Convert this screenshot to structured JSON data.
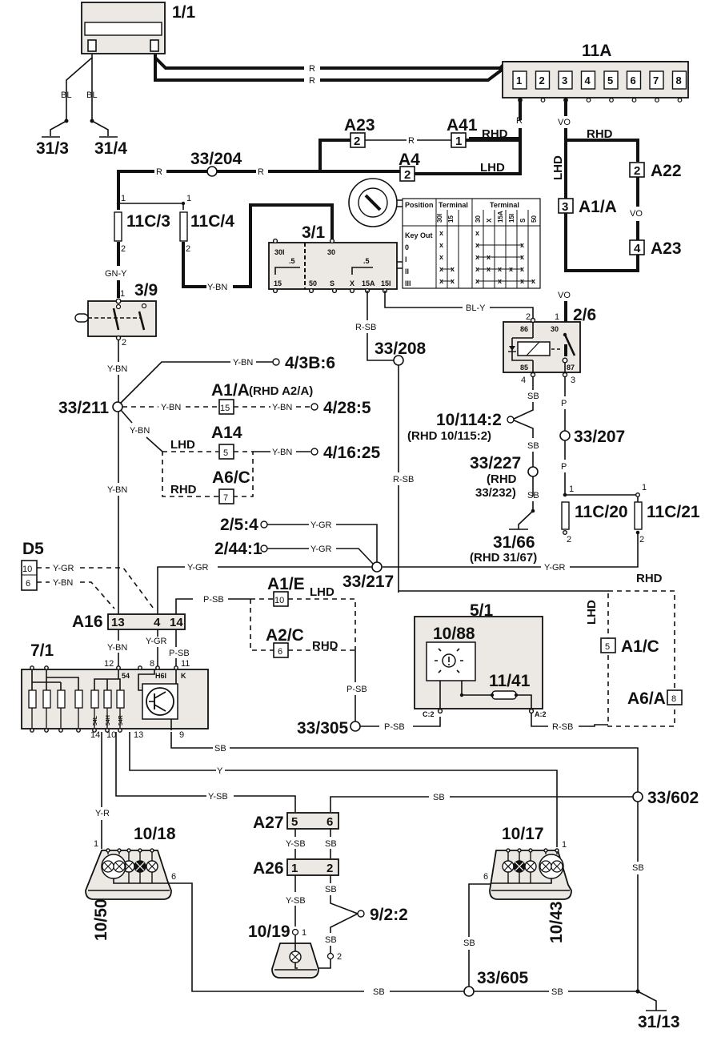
{
  "diagram": {
    "components": {
      "battery": "1/1",
      "ground_31_3": "31/3",
      "ground_31_4": "31/4",
      "fusebox": "11A",
      "fusebox_slots": [
        "1",
        "2",
        "3",
        "4",
        "5",
        "6",
        "7",
        "8"
      ],
      "fuse_11c3": "11C/3",
      "fuse_11c4": "11C/4",
      "ignition_switch": "3/1",
      "ignition_terminals_top": [
        "30I",
        ".5",
        "30",
        ".5"
      ],
      "ignition_terminals_bottom": [
        "15",
        "50",
        "S",
        "X",
        "15A",
        "15I"
      ],
      "light_switch": "3/9",
      "splice_33_204": "33/204",
      "splice_33_208": "33/208",
      "splice_33_211": "33/211",
      "splice_33_207": "33/207",
      "splice_33_227": "33/227",
      "splice_33_227_rhd": "(RHD",
      "splice_33_227_rhd2": "33/232)",
      "splice_33_217": "33/217",
      "splice_33_305": "33/305",
      "splice_33_602": "33/602",
      "splice_33_605": "33/605",
      "relay": "2/6",
      "relay_pins": {
        "p2": "2",
        "p1": "1",
        "p86": "86",
        "p30": "30",
        "p85": "85",
        "p87": "87",
        "p4": "4",
        "p3": "3"
      },
      "conn_10_114": "10/114:2",
      "conn_10_114_rhd": "(RHD 10/115:2)",
      "ground_31_66": "31/66",
      "ground_31_66_rhd": "(RHD 31/67)",
      "fuse_11c20": "11C/20",
      "fuse_11c21": "11C/21",
      "ref_4_3b6": "4/3B:6",
      "ref_4_28_5": "4/28:5",
      "ref_4_16_25": "4/16:25",
      "ref_2_5_4": "2/5:4",
      "ref_2_44_1": "2/44:1",
      "ref_9_2_2": "9/2:2",
      "a1a": "A1/A",
      "a1a_rhd": "(RHD A2/A)",
      "a14": "A14",
      "a6c": "A6/C",
      "d5": "D5",
      "a16": "A16",
      "a1e": "A1/E",
      "a2c": "A2/C",
      "module_7_1": "7/1",
      "module_5_1": "5/1",
      "lamp_10_88": "10/88",
      "fuse_11_41": "11/41",
      "a1c": "A1/C",
      "a6a": "A6/A",
      "a23_top": "A23",
      "a41": "A41",
      "a4": "A4",
      "a22": "A22",
      "a1a_right": "A1/A",
      "a23_right": "A23",
      "a27": "A27",
      "a26": "A26",
      "lamp_10_18": "10/18",
      "lamp_10_50": "10/50",
      "lamp_10_17": "10/17",
      "lamp_10_43": "10/43",
      "lamp_10_19": "10/19",
      "ground_31_13": "31/13"
    },
    "connector_pins": {
      "a23_top": "2",
      "a41": "1",
      "a4": "2",
      "a22": "2",
      "a1a_right": "3",
      "a23_right": "4",
      "a1a": "15",
      "a14": "5",
      "a6c": "7",
      "d5": [
        "10",
        "6"
      ],
      "a16": [
        "13",
        "4",
        "14"
      ],
      "a1e": "10",
      "a2c": "6",
      "a1c": "5",
      "a6a": "8",
      "a27": [
        "5",
        "6"
      ],
      "a26": [
        "1",
        "2"
      ]
    },
    "pin_numbers": {
      "fuse_top": "1",
      "fuse_bottom": "2",
      "switch_top": "1",
      "switch_bottom": "2",
      "m71_top": [
        "12",
        "8",
        "11"
      ],
      "m71_inner": [
        "54",
        "H6I",
        "K"
      ],
      "m71_bottom": [
        "14",
        "10",
        "13",
        "9"
      ],
      "m71_vertical": [
        "54L",
        "54H",
        "54R"
      ],
      "m51": [
        "C:2",
        "A:2"
      ],
      "lamp_pin1": "1",
      "lamp_pin6": "6",
      "lamp19_pin1": "1",
      "lamp19_pin2": "2"
    },
    "variants": {
      "rhd": "RHD",
      "lhd": "LHD"
    },
    "wire_colors": {
      "r": "R",
      "bl": "BL",
      "vo": "VO",
      "gn_y": "GN-Y",
      "y_bn": "Y-BN",
      "r_sb": "R-SB",
      "bl_y": "BL-Y",
      "sb": "SB",
      "p": "P",
      "y_gr": "Y-GR",
      "p_sb": "P-SB",
      "y_r": "Y-R",
      "y": "Y",
      "y_sb": "Y-SB"
    },
    "key_table": {
      "headers": [
        "Position",
        "Terminal",
        "Terminal"
      ],
      "terminals_left": [
        "30I",
        "15"
      ],
      "terminals_right": [
        "30",
        "X",
        "15A",
        "15I",
        "S",
        "50"
      ],
      "rows": [
        {
          "pos": "Key Out",
          "marks": "X . | X . . . . ."
        },
        {
          "pos": "0",
          "marks": "X . | X-----X ."
        },
        {
          "pos": "I",
          "marks": "X . | X-X---X ."
        },
        {
          "pos": "II",
          "marks": "X-X | X-X-X-X-X ."
        },
        {
          "pos": "III",
          "marks": "X-X | X--X--X-X"
        }
      ]
    }
  }
}
